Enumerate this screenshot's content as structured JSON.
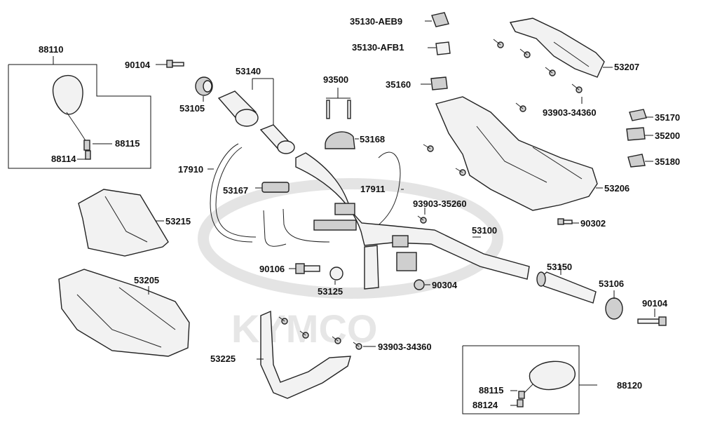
{
  "brand_watermark": "KYMCO",
  "part_numbers": {
    "p35130_AEB9": "35130-AEB9",
    "p35130_AFB1": "35130-AFB1",
    "p35160": "35160",
    "p53207": "53207",
    "p93903_34360_top": "93903-34360",
    "p35170": "35170",
    "p35200": "35200",
    "p35180": "35180",
    "p53206": "53206",
    "p88110": "88110",
    "p90104_top": "90104",
    "p53140": "53140",
    "p93500": "93500",
    "p53105": "53105",
    "p53168": "53168",
    "p88115_left": "88115",
    "p88114": "88114",
    "p17910": "17910",
    "p17911": "17911",
    "p53167": "53167",
    "p93903_35260": "93903-35260",
    "p90302": "90302",
    "p53100": "53100",
    "p53215": "53215",
    "p90106": "90106",
    "p53125": "53125",
    "p90304": "90304",
    "p53150": "53150",
    "p53106": "53106",
    "p90104_right": "90104",
    "p53205": "53205",
    "p93903_34360_bottom": "93903-34360",
    "p53225": "53225",
    "p88120": "88120",
    "p88115_right": "88115",
    "p88124": "88124"
  }
}
